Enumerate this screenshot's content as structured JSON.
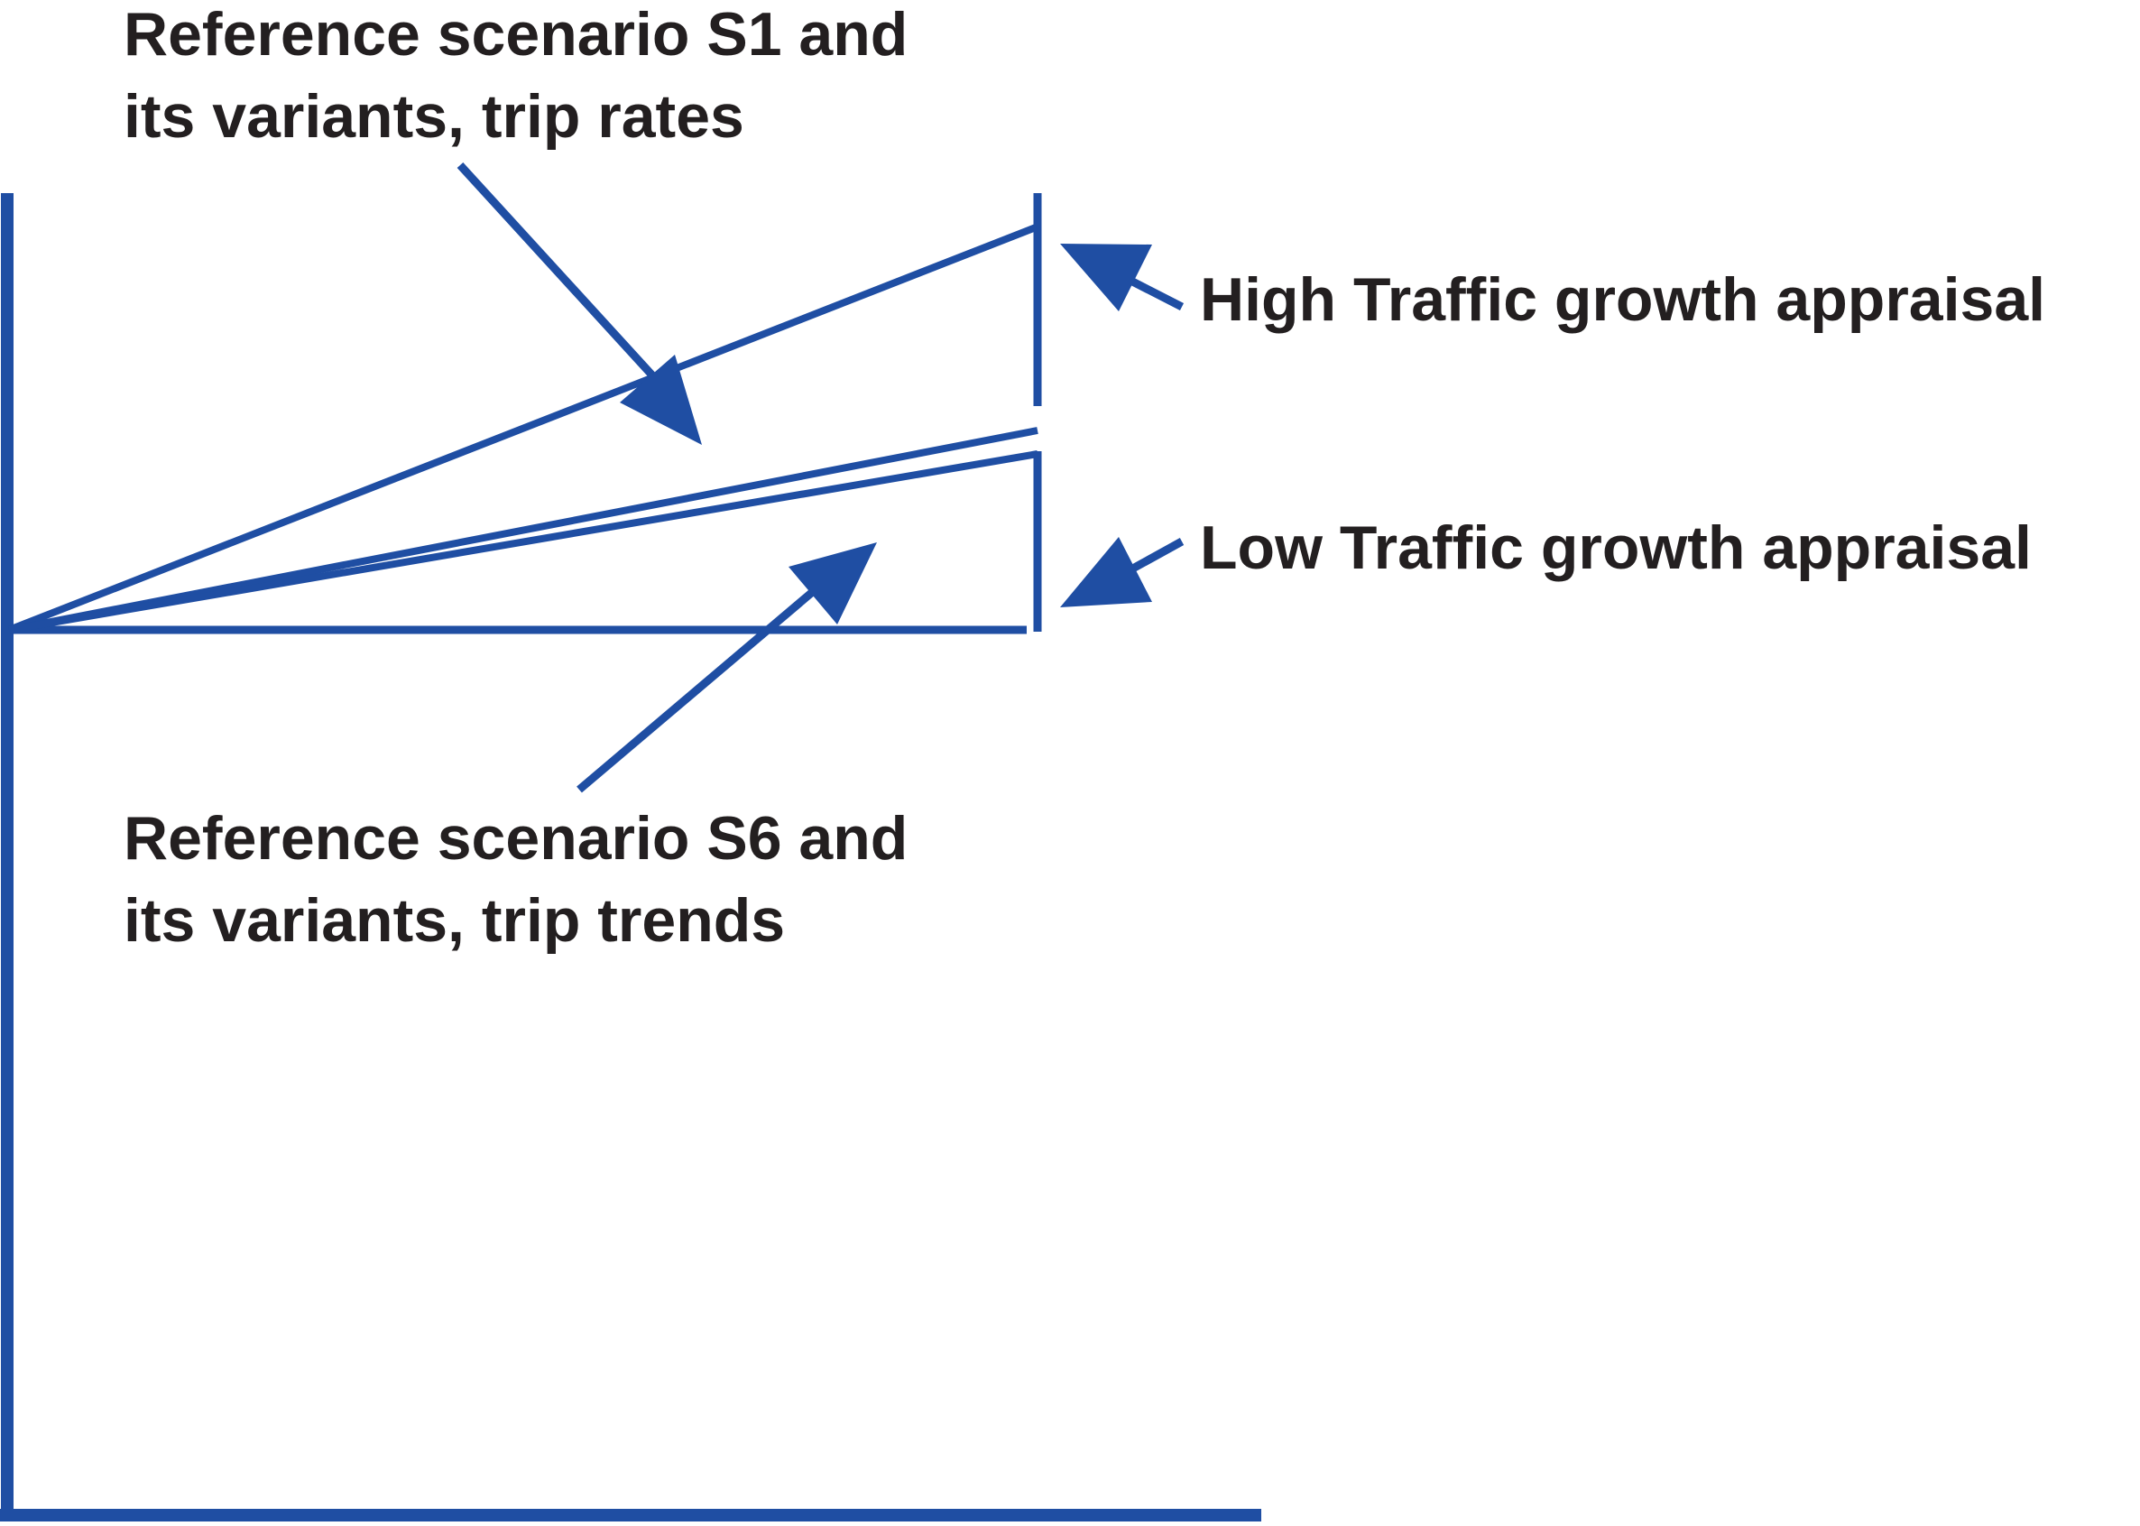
{
  "diagram": {
    "line_color": "#1f4ea3",
    "text_color": "#231f20",
    "labels": {
      "s1_line1": "Reference scenario S1 and",
      "s1_line2": "its variants, trip rates",
      "high": "High Traffic growth appraisal",
      "low": "Low Traffic growth appraisal",
      "s6_line1": "Reference scenario S6 and",
      "s6_line2": "its variants, trip trends"
    }
  }
}
